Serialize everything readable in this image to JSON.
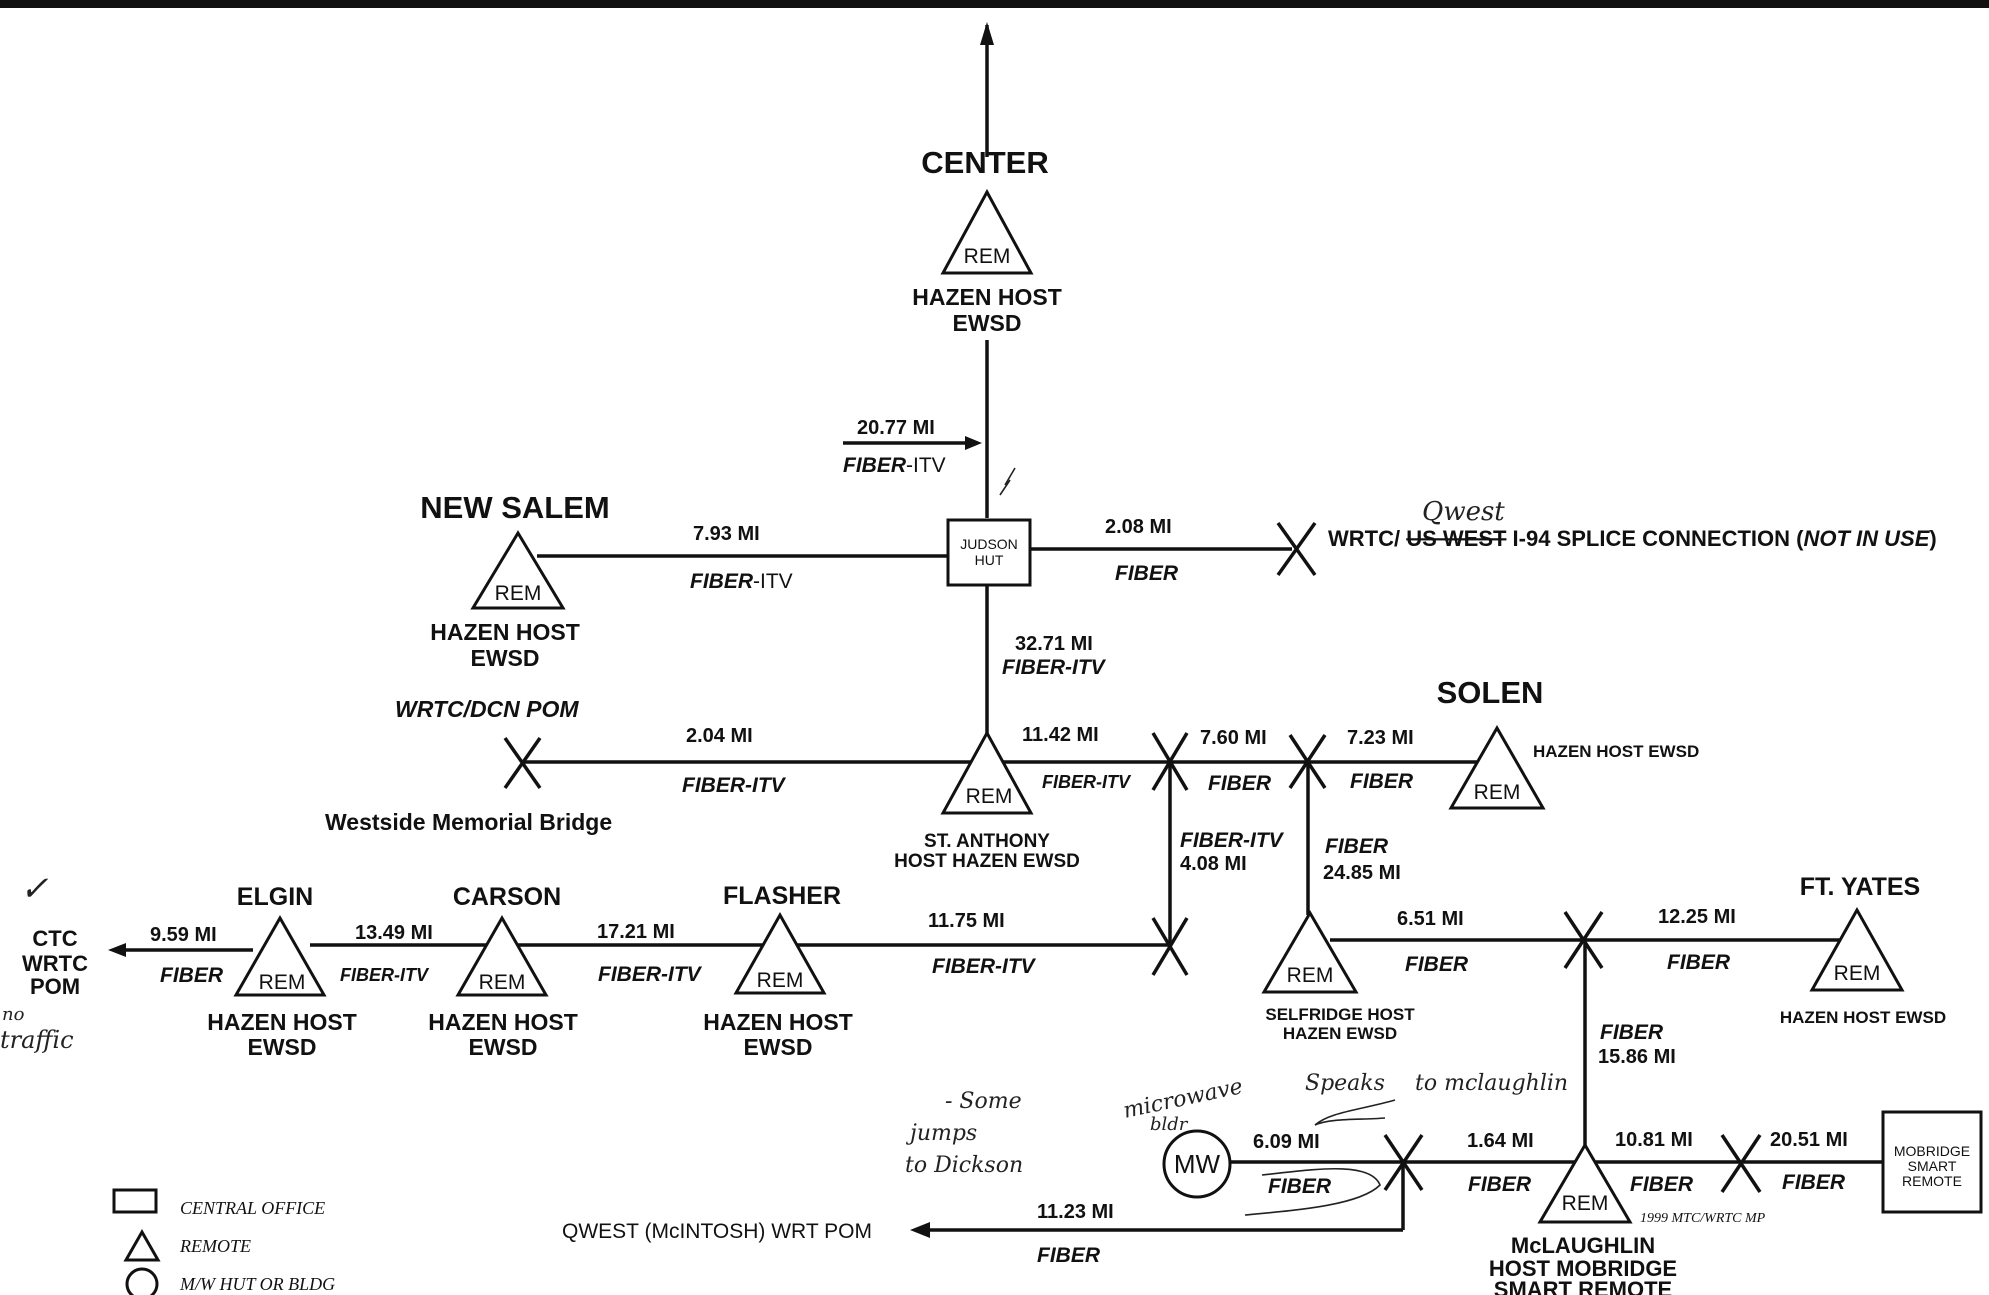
{
  "nodes": {
    "center": {
      "name": "CENTER",
      "symbol": "REM",
      "host1": "HAZEN HOST",
      "host2": "EWSD"
    },
    "new_salem": {
      "name": "NEW SALEM",
      "symbol": "REM",
      "host1": "HAZEN HOST",
      "host2": "EWSD"
    },
    "judson": {
      "line1": "JUDSON",
      "line2": "HUT"
    },
    "wrtc_splice": {
      "pre": "WRTC/ ",
      "struck": "US WEST",
      "post": " I-94 SPLICE CONNECTION (",
      "italic": "NOT IN USE",
      "close": ")"
    },
    "wrtc_dcn": {
      "name": "WRTC/DCN POM"
    },
    "westside": {
      "name": "Westside Memorial Bridge"
    },
    "st_anthony": {
      "symbol": "REM",
      "host1": "ST. ANTHONY",
      "host2": "HOST HAZEN EWSD"
    },
    "solen": {
      "name": "SOLEN",
      "symbol": "REM",
      "host": "HAZEN HOST EWSD"
    },
    "ctc": {
      "line1": "CTC",
      "line2": "WRTC",
      "line3": "POM"
    },
    "elgin": {
      "name": "ELGIN",
      "symbol": "REM",
      "host1": "HAZEN HOST",
      "host2": "EWSD"
    },
    "carson": {
      "name": "CARSON",
      "symbol": "REM",
      "host1": "HAZEN HOST",
      "host2": "EWSD"
    },
    "flasher": {
      "name": "FLASHER",
      "symbol": "REM",
      "host1": "HAZEN HOST",
      "host2": "EWSD"
    },
    "selfridge": {
      "symbol": "REM",
      "host1": "SELFRIDGE HOST",
      "host2": "HAZEN EWSD"
    },
    "ft_yates": {
      "name": "FT. YATES",
      "symbol": "REM",
      "host": "HAZEN HOST EWSD"
    },
    "mw": {
      "symbol": "MW"
    },
    "mclaughlin": {
      "symbol": "REM",
      "note": "1999 MTC/WRTC MP",
      "host1": "McLAUGHLIN",
      "host2": "HOST MOBRIDGE",
      "host3": "SMART REMOTE"
    },
    "mobridge": {
      "line1": "MOBRIDGE",
      "line2": "SMART",
      "line3": "REMOTE"
    },
    "qwest_mcintosh": {
      "name": "QWEST (McINTOSH) WRT POM"
    }
  },
  "links": {
    "center_judson": {
      "miles": "20.77 MI",
      "medium_a": "FIBER",
      "medium_b": "-ITV"
    },
    "newsalem_judson": {
      "miles": "7.93 MI",
      "medium_a": "FIBER",
      "medium_b": "-ITV"
    },
    "judson_wrtc": {
      "miles": "2.08 MI",
      "medium": "FIBER"
    },
    "judson_stanthony": {
      "miles": "32.71 MI",
      "medium": "FIBER-ITV"
    },
    "westside_stanthony": {
      "miles": "2.04 MI",
      "medium": "FIBER-ITV"
    },
    "stanthony_x1": {
      "miles": "11.42 MI",
      "medium": "FIBER-ITV"
    },
    "x1_x2": {
      "miles": "7.60 MI",
      "medium": "FIBER"
    },
    "x2_solen": {
      "miles": "7.23 MI",
      "medium": "FIBER"
    },
    "x1_down": {
      "medium": "FIBER-ITV",
      "miles": "4.08 MI"
    },
    "x2_selfridge": {
      "medium": "FIBER",
      "miles": "24.85 MI"
    },
    "ctc_elgin": {
      "miles": "9.59 MI",
      "medium": "FIBER"
    },
    "elgin_carson": {
      "miles": "13.49 MI",
      "medium": "FIBER-ITV"
    },
    "carson_flasher": {
      "miles": "17.21 MI",
      "medium": "FIBER-ITV"
    },
    "flasher_x": {
      "miles": "11.75 MI",
      "medium": "FIBER-ITV"
    },
    "selfridge_x3": {
      "miles": "6.51 MI",
      "medium": "FIBER"
    },
    "x3_ftyates": {
      "miles": "12.25 MI",
      "medium": "FIBER"
    },
    "x3_mclaughlin": {
      "medium": "FIBER",
      "miles": "15.86 MI"
    },
    "mw_x4": {
      "miles": "6.09 MI",
      "medium": "FIBER"
    },
    "x4_mclaughlin": {
      "miles": "1.64 MI",
      "medium": "FIBER"
    },
    "mclaughlin_x5": {
      "miles": "10.81 MI",
      "medium": "FIBER"
    },
    "x5_mobridge": {
      "miles": "20.51 MI",
      "medium": "FIBER"
    },
    "x4_qwest": {
      "miles": "11.23 MI",
      "medium": "FIBER"
    }
  },
  "legend": {
    "central_office": "CENTRAL OFFICE",
    "remote": "REMOTE",
    "hut": "M/W HUT OR BLDG"
  },
  "handwriting": {
    "qwest": "Qwest",
    "microwave1": "microwave",
    "microwave2": "bldr",
    "speaks1": "Speaks",
    "speaks2": "to mclaughlin",
    "some1": "- Some",
    "some2": "jumps",
    "some3": "to Dickson",
    "no1": "no",
    "no2": "traffic",
    "check": "✓"
  }
}
